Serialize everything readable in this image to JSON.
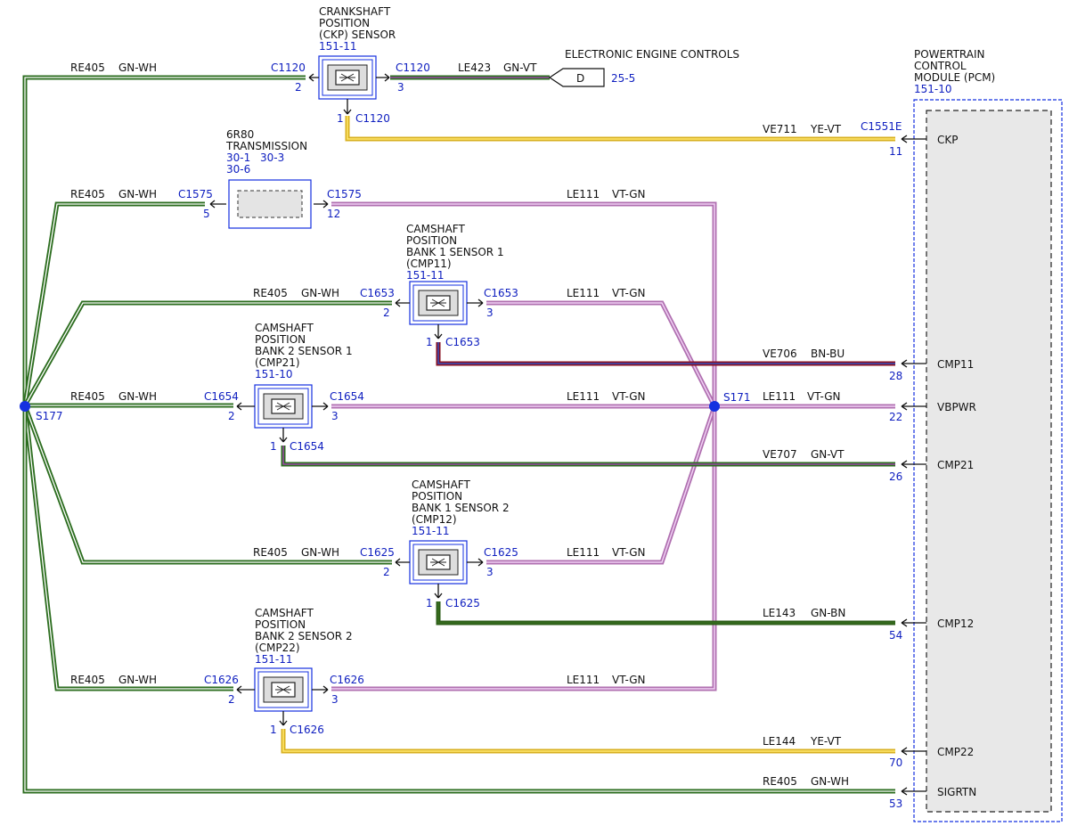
{
  "colors": {
    "gn_wh": [
      "#2d6e20",
      "#ffffff"
    ],
    "gn_vt": [
      "#2d6e20",
      "#b040c0"
    ],
    "vt_gn": [
      "#b070b0",
      "#d8a8e0"
    ],
    "ye_vt": [
      "#d8b020",
      "#ffe870"
    ],
    "bn_bu": [
      "#8a1020",
      "#3050c0"
    ],
    "gn_bn": [
      "#2d5e18",
      "#3a7020"
    ],
    "splice": "#1530e0",
    "ref_text": "#1020c0"
  },
  "components": {
    "ckp": {
      "title": [
        "CRANKSHAFT",
        "POSITION",
        "(CKP) SENSOR"
      ],
      "ref": "151-11"
    },
    "trans": {
      "title": [
        "6R80",
        "TRANSMISSION"
      ],
      "refs": [
        "30-1",
        "30-3",
        "30-6"
      ]
    },
    "cmp11": {
      "title": [
        "CAMSHAFT",
        "POSITION",
        "BANK 1 SENSOR 1",
        "(CMP11)"
      ],
      "ref": "151-11"
    },
    "cmp21": {
      "title": [
        "CAMSHAFT",
        "POSITION",
        "BANK 2 SENSOR 1",
        "(CMP21)"
      ],
      "ref": "151-10"
    },
    "cmp12": {
      "title": [
        "CAMSHAFT",
        "POSITION",
        "BANK 1 SENSOR 2",
        "(CMP12)"
      ],
      "ref": "151-11"
    },
    "cmp22": {
      "title": [
        "CAMSHAFT",
        "POSITION",
        "BANK 2 SENSOR 2",
        "(CMP22)"
      ],
      "ref": "151-11"
    },
    "eec": {
      "title": "ELECTRONIC ENGINE CONTROLS",
      "letter": "D",
      "ref": "25-5"
    },
    "pcm": {
      "title": [
        "POWERTRAIN",
        "CONTROL",
        "MODULE (PCM)"
      ],
      "ref": "151-10"
    }
  },
  "splices": {
    "left": "S177",
    "mid": "S171"
  },
  "connectors": {
    "c1120": "C1120",
    "c1575": "C1575",
    "c1653": "C1653",
    "c1654": "C1654",
    "c1625": "C1625",
    "c1626": "C1626",
    "c1551e": "C1551E"
  },
  "pins": {
    "p1": "1",
    "p2": "2",
    "p3": "3",
    "p5": "5",
    "p12": "12",
    "pcm_ckp": "11",
    "pcm_cmp11": "28",
    "pcm_vbpwr": "22",
    "pcm_cmp21": "26",
    "pcm_cmp12": "54",
    "pcm_cmp22": "70",
    "pcm_sigrtn": "53"
  },
  "circuits": {
    "re405": "RE405",
    "le423": "LE423",
    "le111": "LE111",
    "ve711": "VE711",
    "ve706": "VE706",
    "ve707": "VE707",
    "le143": "LE143",
    "le144": "LE144"
  },
  "wire_colors": {
    "gn_wh": "GN-WH",
    "gn_vt": "GN-VT",
    "vt_gn": "VT-GN",
    "ye_vt": "YE-VT",
    "bn_bu": "BN-BU",
    "gn_bn": "GN-BN"
  },
  "pcm_signals": {
    "ckp": "CKP",
    "cmp11": "CMP11",
    "vbpwr": "VBPWR",
    "cmp21": "CMP21",
    "cmp12": "CMP12",
    "cmp22": "CMP22",
    "sigrtn": "SIGRTN"
  }
}
